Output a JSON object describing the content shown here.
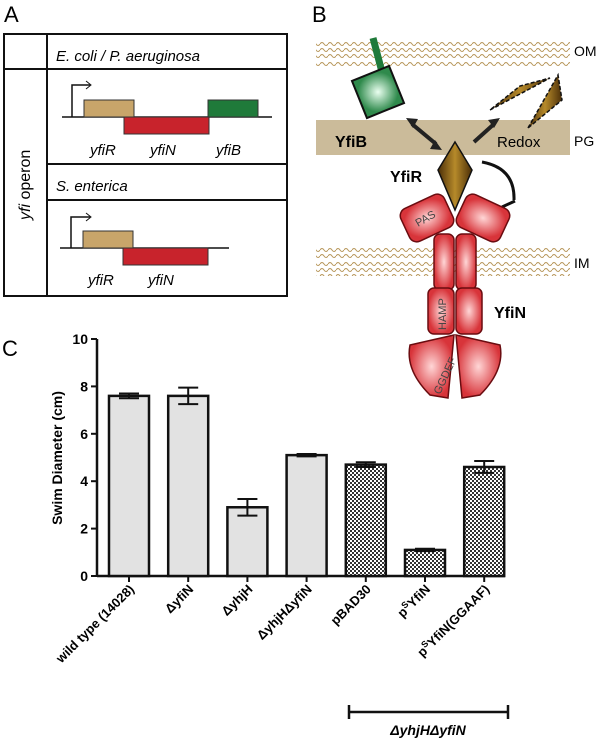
{
  "panels": {
    "a": {
      "label": "A",
      "side_label_italic": "yfi",
      "side_label_rest": " operon",
      "organism1": "E. coli / P. aeruginosa",
      "organism2": "S. enterica",
      "genes1": [
        "yfiR",
        "yfiN",
        "yfiB"
      ],
      "genes2": [
        "yfiR",
        "yfiN"
      ]
    },
    "b": {
      "label": "B",
      "om": "OM",
      "pg": "PG",
      "im": "IM",
      "yfib": "YfiB",
      "yfir": "YfiR",
      "yfin": "YfiN",
      "redox": "Redox",
      "pas": "PAS",
      "hamp": "HAMP",
      "ggdef": "GGDEF"
    },
    "c": {
      "label": "C",
      "bracket_label": "ΔyhjHΔyfiN"
    }
  },
  "colors": {
    "yfiR": "#c8a56a",
    "yfiN": "#c8232c",
    "yfiB": "#1f7a3a",
    "pg": "#cbbb9a",
    "bar": "#e2e2e2"
  },
  "chart_data": {
    "type": "bar",
    "ylabel": "Swim Diameter (cm)",
    "xlabel": "",
    "ylim": [
      0,
      10
    ],
    "yticks": [
      "0",
      "2",
      "4",
      "6",
      "8",
      "10"
    ],
    "categories": [
      "wild type (14028)",
      "ΔyfiN",
      "ΔyhjH",
      "ΔyhjHΔyfiN",
      "pBAD30",
      "pSYfiN",
      "pSYfiN(GGAAF)"
    ],
    "values": [
      7.6,
      7.6,
      2.9,
      5.1,
      4.7,
      1.1,
      4.6
    ],
    "errors": [
      0.1,
      0.35,
      0.35,
      0.05,
      0.1,
      0.05,
      0.25
    ],
    "patterned": [
      false,
      false,
      false,
      false,
      true,
      true,
      true
    ],
    "grid": false
  }
}
